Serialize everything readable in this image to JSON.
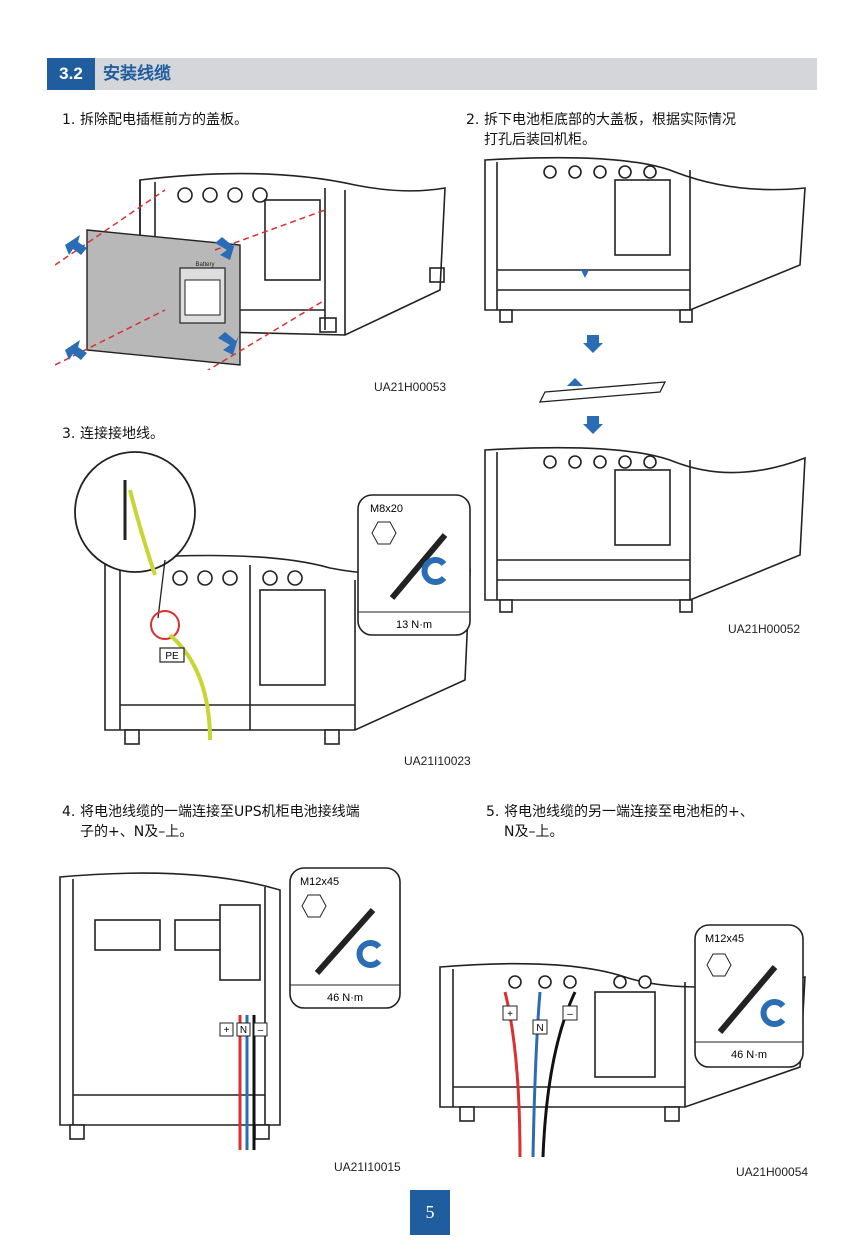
{
  "section": {
    "number": "3.2",
    "title": "安装线缆"
  },
  "steps": [
    {
      "num": "1.",
      "line1": "拆除配电插框前方的盖板。",
      "line2": ""
    },
    {
      "num": "2.",
      "line1": "拆下电池柜底部的大盖板，根据实际情况",
      "line2": "打孔后装回机柜。"
    },
    {
      "num": "3.",
      "line1": "连接接地线。",
      "line2": ""
    },
    {
      "num": "4.",
      "line1": "将电池线缆的一端连接至UPS机柜电池接线端",
      "line2": "子的+、N及–上。"
    },
    {
      "num": "5.",
      "line1": "将电池线缆的另一端连接至电池柜的+、",
      "line2": "N及–上。"
    }
  ],
  "figure_codes": [
    "UA21H00053",
    "UA21H00052",
    "UA21I10023",
    "UA21I10015",
    "UA21H00054"
  ],
  "callouts": {
    "step3": {
      "bolt": "M8x20",
      "torque": "13 N·m",
      "label": "PE"
    },
    "step4": {
      "bolt": "M12x45",
      "torque": "46 N·m"
    },
    "step5": {
      "bolt": "M12x45",
      "torque": "46 N·m"
    },
    "terminals": {
      "plus": "+",
      "n": "N",
      "minus": "–"
    },
    "battery_label": "Battery"
  },
  "page_number": "5",
  "colors": {
    "accent": "#1f5d9e",
    "header_bg": "#d4d6da",
    "arrow": "#2a6db5"
  }
}
